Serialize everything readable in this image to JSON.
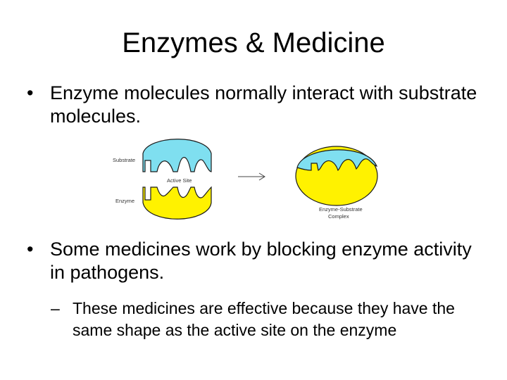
{
  "slide": {
    "title": "Enzymes & Medicine",
    "bullets": [
      {
        "marker": "•",
        "text": "Enzyme molecules normally interact with substrate molecules."
      },
      {
        "marker": "•",
        "text": "Some medicines work by blocking enzyme activity in pathogens."
      }
    ],
    "sub_bullet": {
      "marker": "–",
      "text": "These medicines are effective because they have the same shape as the active site on the enzyme"
    }
  },
  "diagram": {
    "substrate_label": "Substrate",
    "active_site_label": "Active Site",
    "enzyme_label": "Enzyme",
    "complex_label_line1": "Enzyme-Substrate",
    "complex_label_line2": "Complex",
    "substrate_color": "#7fdff0",
    "enzyme_color": "#fff200",
    "outline_color": "#1a1a1a"
  }
}
